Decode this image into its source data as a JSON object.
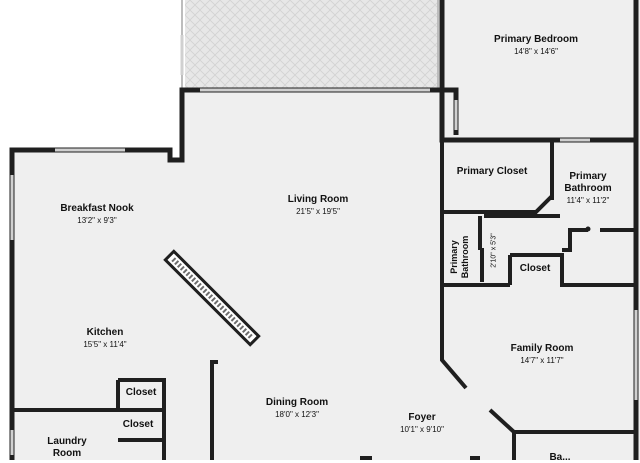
{
  "colors": {
    "wall": "#1f1f1f",
    "floor": "#efefef",
    "outside": "#ffffff",
    "lanai": "#e4e4e4",
    "window": "#cfcfcf"
  },
  "rooms": {
    "primary_bedroom": {
      "name": "Primary Bedroom",
      "dim": "14'8\" x 14'6\""
    },
    "primary_closet": {
      "name": "Primary Closet",
      "dim": ""
    },
    "primary_bathroom": {
      "name": "Primary\nBathroom",
      "dim": "11'4\" x 11'2\""
    },
    "primary_bathroom_2": {
      "name": "Primary\nBathroom",
      "dim": "2'10\" x 5'3\""
    },
    "closet_bath": {
      "name": "Closet"
    },
    "breakfast_nook": {
      "name": "Breakfast Nook",
      "dim": "13'2\" x 9'3\""
    },
    "living_room": {
      "name": "Living Room",
      "dim": "21'5\" x 19'5\""
    },
    "kitchen": {
      "name": "Kitchen",
      "dim": "15'5\" x 11'4\""
    },
    "closet_a": {
      "name": "Closet"
    },
    "closet_b": {
      "name": "Closet"
    },
    "laundry": {
      "name": "Laundry\nRoom",
      "dim": ""
    },
    "dining_room": {
      "name": "Dining Room",
      "dim": "18'0\" x 12'3\""
    },
    "foyer": {
      "name": "Foyer",
      "dim": "10'1\" x 9'10\""
    },
    "family_room": {
      "name": "Family Room",
      "dim": "14'7\" x 11'7\""
    },
    "bottom_right_partial": {
      "name": "Ba..."
    }
  }
}
